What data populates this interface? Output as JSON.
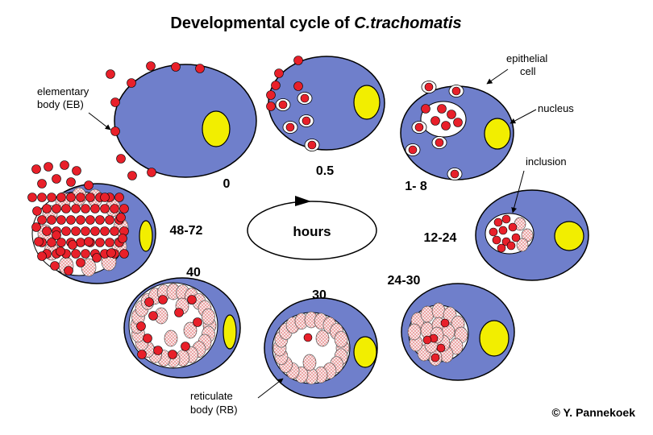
{
  "title": {
    "prefix": "Developmental cycle of ",
    "species": "C.trachomatis"
  },
  "center_label": "hours",
  "stages": [
    {
      "time": "0"
    },
    {
      "time": "0.5"
    },
    {
      "time": "1- 8"
    },
    {
      "time": "12-24"
    },
    {
      "time": "24-30"
    },
    {
      "time": "30"
    },
    {
      "time": "40"
    },
    {
      "time": "48-72"
    }
  ],
  "annotations": {
    "eb_line1": "elementary",
    "eb_line2": "body (EB)",
    "epi_line1": "epithelial",
    "epi_line2": "cell",
    "nucleus": "nucleus",
    "inclusion": "inclusion",
    "rb_line1": "reticulate",
    "rb_line2": "body (RB)"
  },
  "credit": "© Y. Pannekoek",
  "colors": {
    "cell": "#6f7fcb",
    "nucleus": "#f2ee00",
    "elementary_body": "#e8202a",
    "reticulate_body": "#f5e4e4",
    "outline": "#000000"
  }
}
